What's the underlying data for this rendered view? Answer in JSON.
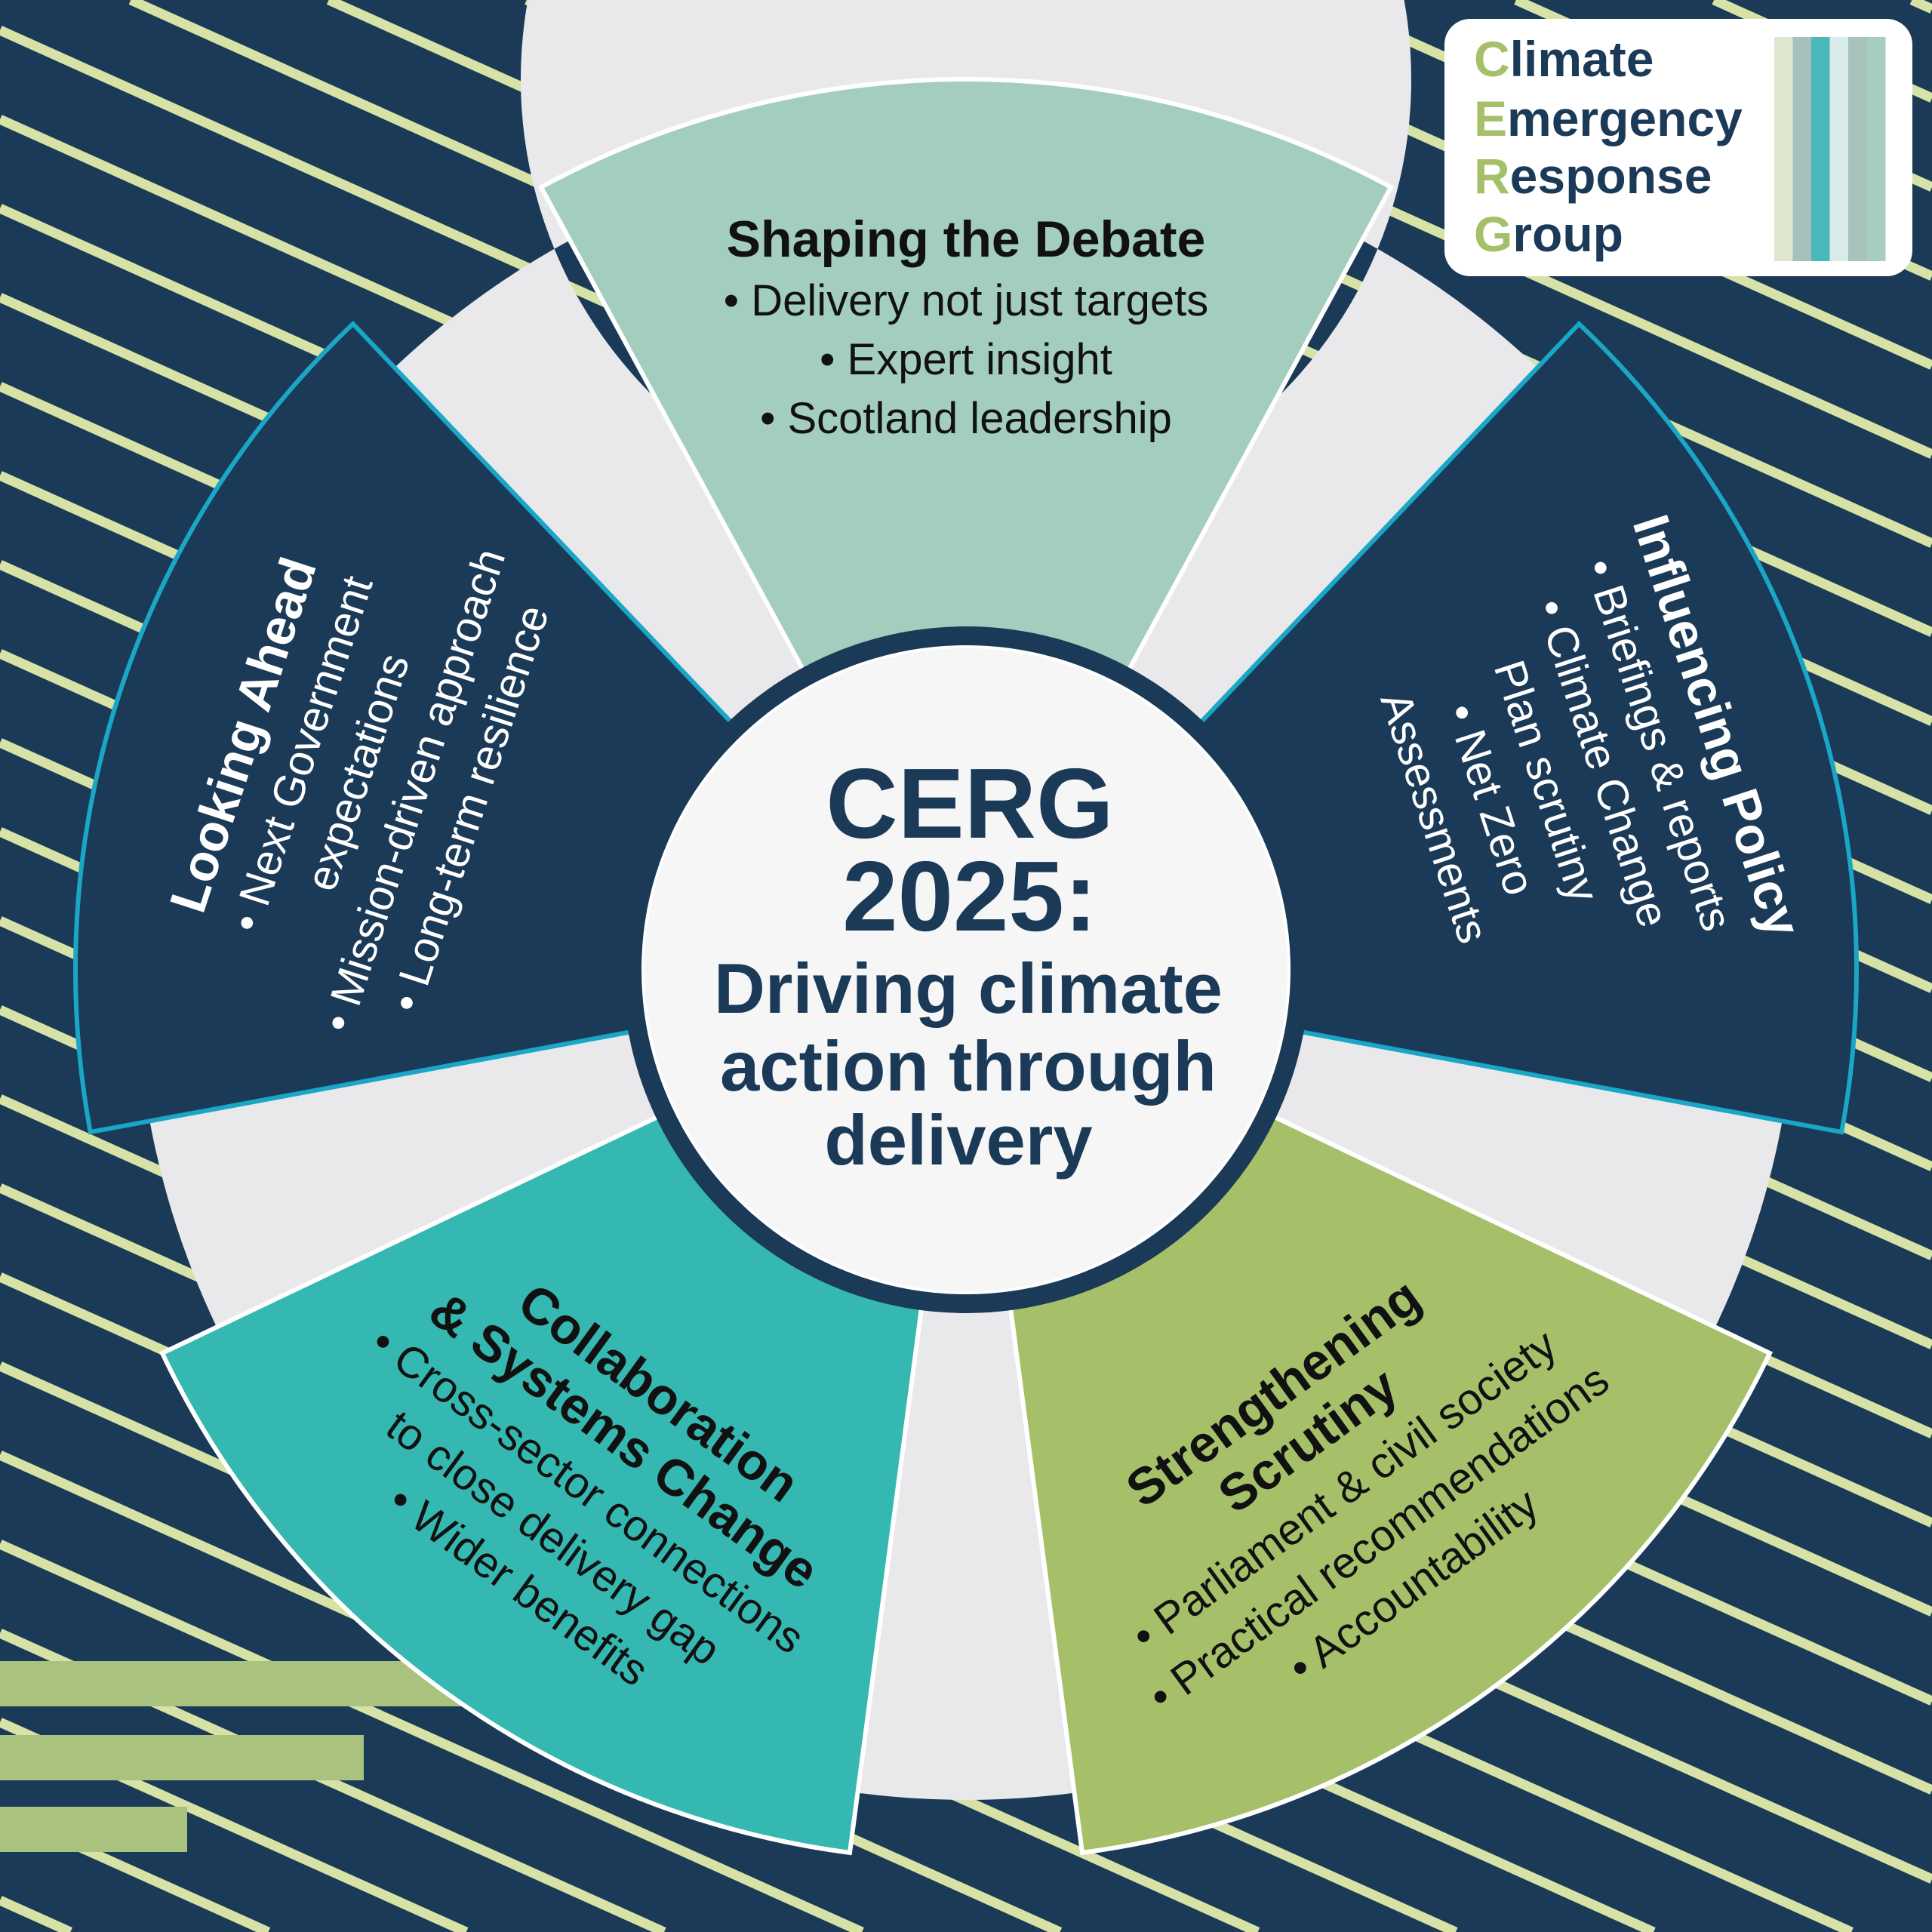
{
  "colors": {
    "background": "#1b3a57",
    "stripe": "#d6e2a6",
    "bar": "#a9c27e",
    "band": "#e9e9ec",
    "navy": "#1b3a57",
    "edge": "#1aa6c6"
  },
  "logo": {
    "lines": [
      {
        "initial": "C",
        "rest": "limate"
      },
      {
        "initial": "E",
        "rest": "mergency"
      },
      {
        "initial": "R",
        "rest": "esponse"
      },
      {
        "initial": "G",
        "rest": "roup"
      }
    ],
    "stripe_colors": [
      "#dfe6cf",
      "#a5c1bd",
      "#4ab9bc",
      "#d6ebea",
      "#a7c3bb",
      "#a6cdbd"
    ]
  },
  "center": {
    "line1": "CERG",
    "line2": "2025:",
    "line3": "Driving climate",
    "line4": "action through",
    "line5": "delivery"
  },
  "segments": [
    {
      "id": "shaping-the-debate",
      "color": "#a3cdbd",
      "text_color": "#111111",
      "title": [
        "Shaping the Debate"
      ],
      "bullets": [
        "• Delivery not just targets",
        "• Expert insight",
        "• Scotland leadership"
      ]
    },
    {
      "id": "influencing-policy",
      "color": "#1b3a57",
      "text_color": "#ffffff",
      "title": [
        "Influencing Policy"
      ],
      "bullets": [
        "• Briefings & reports",
        "• Climate Change",
        "Plan scrutiny",
        "• Net Zero",
        "Assessments"
      ]
    },
    {
      "id": "strengthening-scrutiny",
      "color": "#a6c06a",
      "text_color": "#111111",
      "title": [
        "Strengthening",
        "Scrutiny"
      ],
      "bullets": [
        "• Parliament & civil society",
        "• Practical recommendations",
        "• Accountability"
      ]
    },
    {
      "id": "collaboration-systems-change",
      "color": "#35b8b1",
      "text_color": "#111111",
      "title": [
        "Collaboration",
        "& Systems Change"
      ],
      "bullets": [
        "• Cross-sector connections",
        "to close delivery gap",
        "• Wider benefits"
      ]
    },
    {
      "id": "looking-ahead",
      "color": "#1b3a57",
      "text_color": "#ffffff",
      "title": [
        "Looking Ahead"
      ],
      "bullets": [
        "• Next Government",
        "expectations",
        "• Mission-driven approach",
        "• Long-term resilience"
      ]
    }
  ]
}
